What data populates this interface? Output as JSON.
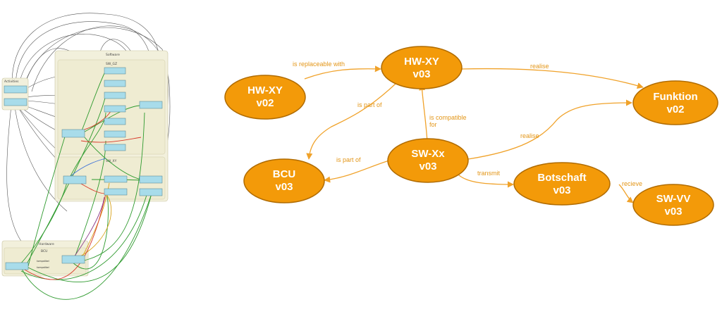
{
  "left_diagram": {
    "groups": {
      "activities": "Activities",
      "software": "Software",
      "sw_gz": "SW_GZ",
      "sw_xy": "SW_XY",
      "hardware": "Hardware",
      "bcu": "BCU"
    },
    "edge_tags": [
      "kompatibel",
      "kompatibel"
    ]
  },
  "right_diagram": {
    "colors": {
      "node_fill": "#f39a09",
      "node_stroke": "#b06b00",
      "edge": "#f0a22a",
      "label": "#e39618"
    },
    "nodes": [
      {
        "id": "hwxy02",
        "line1": "HW-XY",
        "line2": "v02"
      },
      {
        "id": "hwxy03",
        "line1": "HW-XY",
        "line2": "v03"
      },
      {
        "id": "funktion",
        "line1": "Funktion",
        "line2": "v02"
      },
      {
        "id": "swxx",
        "line1": "SW-Xx",
        "line2": "v03"
      },
      {
        "id": "bcu",
        "line1": "BCU",
        "line2": "v03"
      },
      {
        "id": "botschaft",
        "line1": "Botschaft",
        "line2": "v03"
      },
      {
        "id": "swvv",
        "line1": "SW-VV",
        "line2": "v03"
      }
    ],
    "edges": [
      {
        "id": "replaceable",
        "label": "is replaceable with"
      },
      {
        "id": "realise1",
        "label": "realise"
      },
      {
        "id": "partof1",
        "label": "is part of"
      },
      {
        "id": "compatible1",
        "label": "is compatible"
      },
      {
        "id": "compatible2",
        "label": "for"
      },
      {
        "id": "realise2",
        "label": "realise"
      },
      {
        "id": "partof2",
        "label": "is part of"
      },
      {
        "id": "transmit",
        "label": "transmit"
      },
      {
        "id": "recieve",
        "label": "recieve"
      }
    ]
  }
}
